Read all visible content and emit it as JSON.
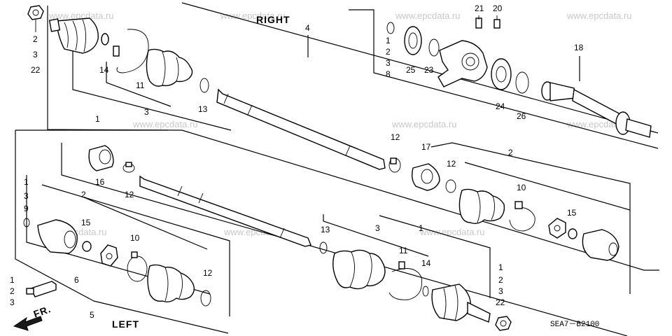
{
  "diagram": {
    "section_right": "RIGHT",
    "section_left": "LEFT",
    "front_arrow": "FR.",
    "code": "SEA7－B2100",
    "watermark": "www.epcdata.ru",
    "colors": {
      "ink": "#000000",
      "watermark": "#c8c8c8",
      "background": "#ffffff"
    }
  },
  "callouts": {
    "r_nut_stack": [
      "2",
      "3",
      "22"
    ],
    "r_14": "14",
    "r_11": "11",
    "r_3": "3",
    "r_1": "1",
    "r_13": "13",
    "r_4": "4",
    "r_21": "21",
    "r_20": "20",
    "r_clip_stack": [
      "1",
      "2",
      "3",
      "8"
    ],
    "r_25": "25",
    "r_23": "23",
    "r_24": "24",
    "r_26": "26",
    "r_18": "18",
    "m_12a": "12",
    "m_17": "17",
    "m_12b": "12",
    "m_2": "2",
    "m_10": "10",
    "m_15": "15",
    "l_16": "16",
    "l_12a": "12",
    "l_9_stack": [
      "1",
      "3",
      "9"
    ],
    "l_2": "2",
    "l_15": "15",
    "l_10": "10",
    "l_6": "6",
    "l_12b": "12",
    "l_13": "13",
    "l_3": "3",
    "l_1": "1",
    "l_11": "11",
    "l_14": "14",
    "l_grease_stack": [
      "1",
      "2",
      "3"
    ],
    "l_5": "5",
    "l_nut_stack": [
      "1",
      "2",
      "3",
      "22"
    ]
  }
}
